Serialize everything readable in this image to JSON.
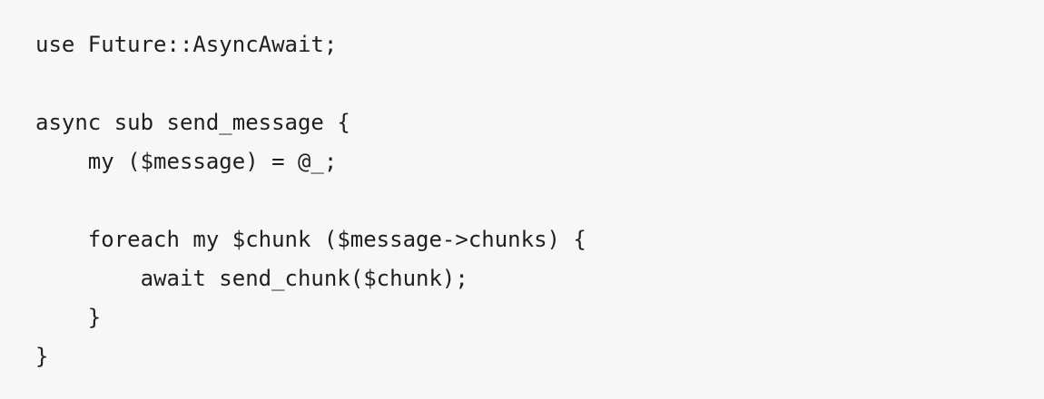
{
  "code": {
    "lines": [
      "use Future::AsyncAwait;",
      "",
      "async sub send_message {",
      "    my ($message) = @_;",
      "",
      "    foreach my $chunk ($message->chunks) {",
      "        await send_chunk($chunk);",
      "    }",
      "}"
    ]
  }
}
